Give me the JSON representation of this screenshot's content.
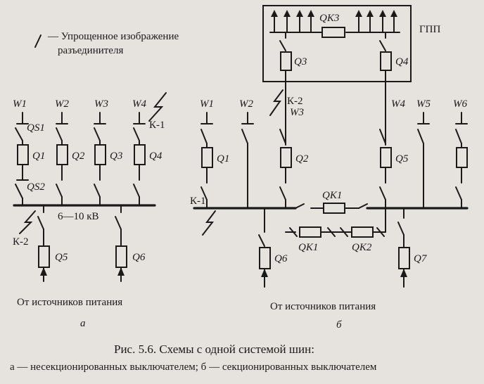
{
  "legend": {
    "text_line1": "— Упрощенное изображение",
    "text_line2": "разъединителя"
  },
  "diagram_a": {
    "feeders": [
      "W1",
      "W2",
      "W3",
      "W4"
    ],
    "disconnectors": [
      "QS1",
      "QS2"
    ],
    "breakers_top": [
      "Q1",
      "Q2",
      "Q3",
      "Q4"
    ],
    "breakers_bottom": [
      "Q5",
      "Q6"
    ],
    "fault_k1": "К-1",
    "fault_k2": "К-2",
    "voltage": "6—10 кВ",
    "sources_label": "От источников питания",
    "letter": "а"
  },
  "diagram_b": {
    "gpp_label": "ГПП",
    "qk3": "QK3",
    "gpp_breakers": [
      "Q3",
      "Q4"
    ],
    "fault_k2": "К-2",
    "fault_k1": "К-1",
    "feeders_left": [
      "W1",
      "W2",
      "W3"
    ],
    "feeders_right": [
      "W4",
      "W5",
      "W6"
    ],
    "breakers_top": [
      "Q1",
      "Q2",
      "Q5"
    ],
    "sectional": [
      "QK1",
      "QK2"
    ],
    "qk1_top": "QK1",
    "breakers_bottom": [
      "Q6",
      "Q7"
    ],
    "sources_label": "От источников питания",
    "letter": "б"
  },
  "caption": {
    "title": "Рис. 5.6. Схемы с одной системой шин:",
    "subtitle": "а — несекционированных выключателем; б — секционированных выключателем"
  }
}
